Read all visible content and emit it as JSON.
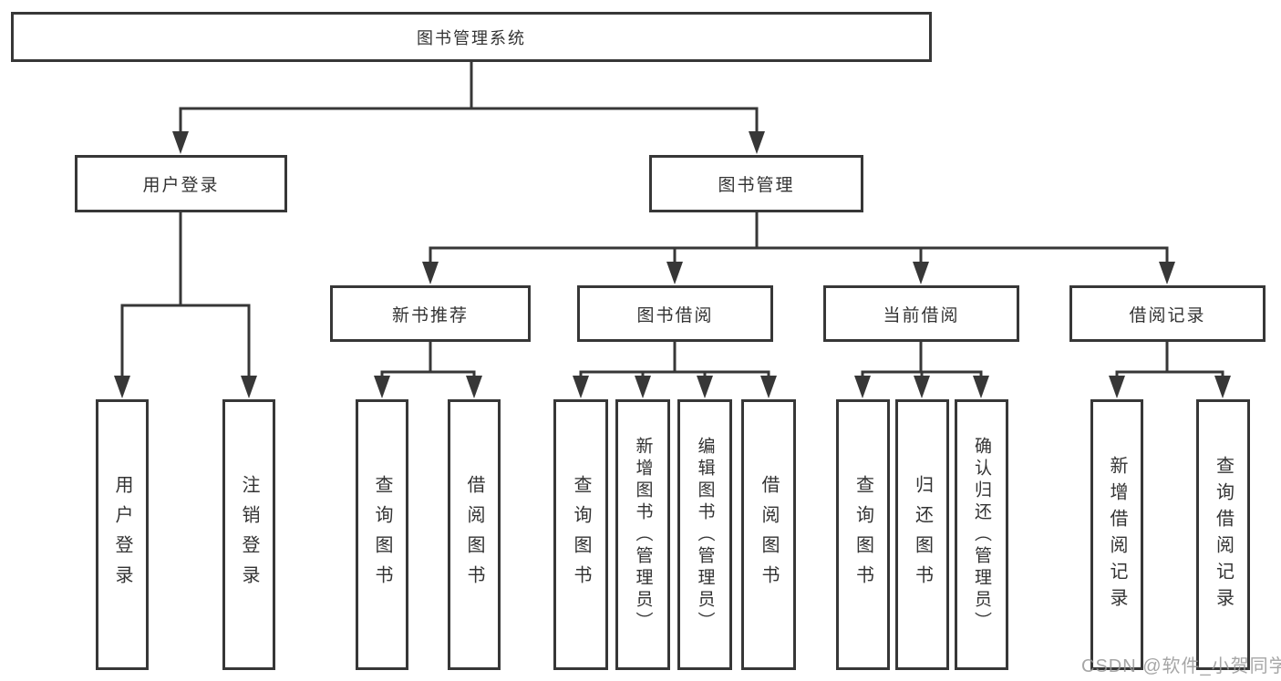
{
  "diagram_title": "图书管理系统",
  "nodes": {
    "root": "图书管理系统",
    "user_login": "用户登录",
    "book_management": "图书管理",
    "new_book_recommend": "新书推荐",
    "book_borrowing": "图书借阅",
    "current_borrowing": "当前借阅",
    "borrowing_records": "借阅记录",
    "login": "用户登录",
    "logout": "注销登录",
    "rec_query_books": "查询图书",
    "rec_borrow_books": "借阅图书",
    "bor_query_books": "查询图书",
    "bor_add_books": "新增图书（管理员）",
    "bor_edit_books": "编辑图书（管理员）",
    "bor_borrow_books": "借阅图书",
    "cur_query_books": "查询图书",
    "cur_return_books": "归还图书",
    "cur_confirm_return": "确认归还（管理员）",
    "recd_add_record": "新增借阅记录",
    "recd_query_record": "查询借阅记录"
  },
  "hierarchy": {
    "图书管理系统": {
      "用户登录": [
        "用户登录",
        "注销登录"
      ],
      "图书管理": {
        "新书推荐": [
          "查询图书",
          "借阅图书"
        ],
        "图书借阅": [
          "查询图书",
          "新增图书（管理员）",
          "编辑图书（管理员）",
          "借阅图书"
        ],
        "当前借阅": [
          "查询图书",
          "归还图书",
          "确认归还（管理员）"
        ],
        "借阅记录": [
          "新增借阅记录",
          "查询借阅记录"
        ]
      }
    }
  },
  "watermark": "CSDN @软件_小贺同学",
  "colors": {
    "line": "#373737",
    "box_border": "#373737",
    "text": "#333333",
    "background": "#ffffff",
    "watermark": "#969696"
  }
}
